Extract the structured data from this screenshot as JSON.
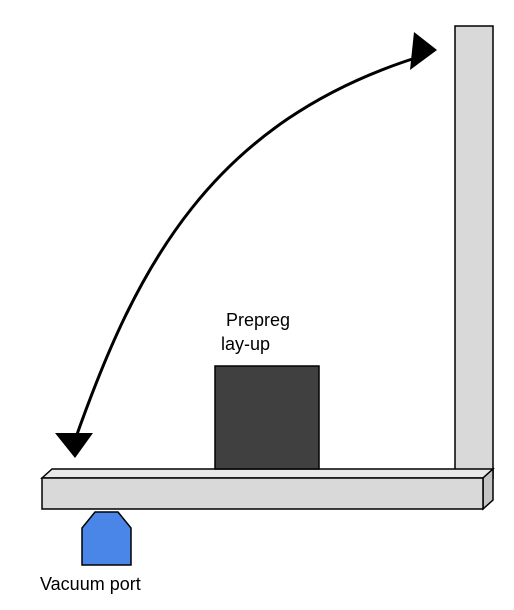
{
  "labels": {
    "layup_line1": "Prepreg",
    "layup_line2": "lay-up",
    "vacuum_port": "Vacuum port"
  },
  "colors": {
    "plate_fill": "#d9d9d9",
    "plate_top": "#e8e8e8",
    "plate_side": "#c4c4c4",
    "outline": "#000000",
    "layup_fill": "#404040",
    "port_fill": "#4a86e8",
    "arrow": "#000000"
  },
  "icons": {
    "curved_arrow": "double-headed-curved-arrow-icon"
  }
}
